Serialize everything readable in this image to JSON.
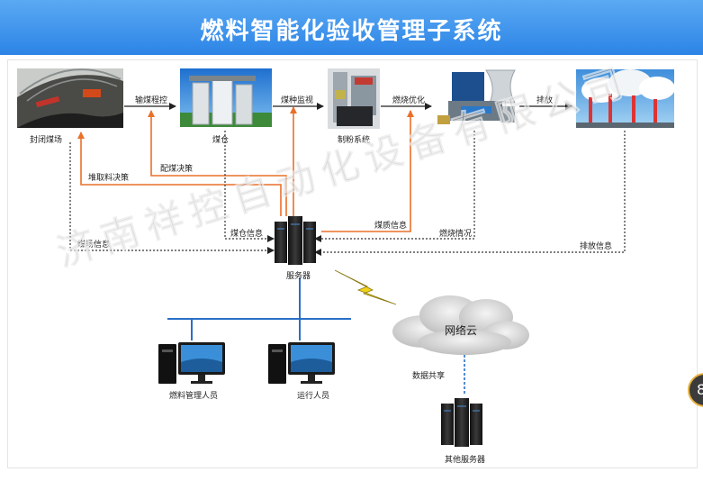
{
  "header": {
    "title": "燃料智能化验收管理子系统"
  },
  "nodes": {
    "coal_yard": "封闭煤场",
    "coal_bunker": "煤仓",
    "pulverizing": "制粉系统",
    "discharge_label": "排放",
    "server": "服务器",
    "fuel_staff": "燃料管理人员",
    "operators": "运行人员",
    "cloud": "网络云",
    "other_servers": "其他服务器"
  },
  "flows": {
    "transport_control": "输煤程控",
    "type_monitor": "煤种监视",
    "combustion_opt": "燃烧优化",
    "emission": "排放",
    "stacking_decision": "堆取料决策",
    "blending_decision": "配煤决策",
    "bunker_info": "煤仓信息",
    "yard_info": "煤场信息",
    "quality_info": "煤质信息",
    "combustion_status": "燃烧情况",
    "emission_info": "排放信息",
    "data_share": "数据共享"
  },
  "watermark": "济南祥控自动化设备有限公司",
  "badge": "8",
  "colors": {
    "banner": "#3a92ee",
    "arrow_orange": "#e9702a",
    "arrow_dotted": "#333333",
    "lan": "#2a6fc7"
  }
}
